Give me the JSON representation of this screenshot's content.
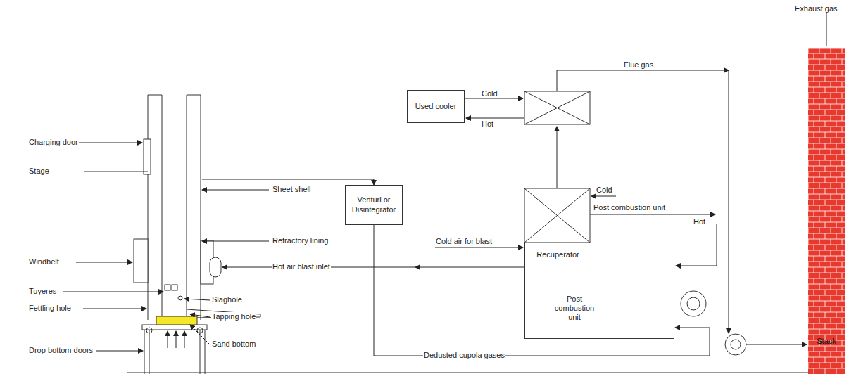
{
  "diagram": {
    "nodes": [
      {
        "text": [
          "Used cooler"
        ]
      },
      {
        "text": [
          "Venturi or Disintegrator"
        ]
      },
      {
        "text": [
          "Post combustion unit"
        ]
      },
      {
        "text": [
          "Recuperator"
        ],
        "in": 2
      },
      {
        "text": [
          "Stack"
        ]
      }
    ],
    "edges": [
      {
        "from": 1,
        "to": 2,
        "arrow": "to",
        "label": "Dedusted cupola gases"
      }
    ],
    "labels": [
      "Exhaust gas",
      "Flue gas",
      "Cold",
      "Hot",
      "Charging door",
      "Stage",
      "Sheet shell",
      "Cold",
      "Post combustion unit",
      "Hot",
      "Refractory lining",
      "Cold air for blast",
      "Windbelt",
      "Hot air blast inlet",
      "Tuyeres",
      "Slaghole",
      "Fettling hole",
      "Tapping hole",
      "Sand bottom",
      "Drop bottom doors"
    ]
  }
}
